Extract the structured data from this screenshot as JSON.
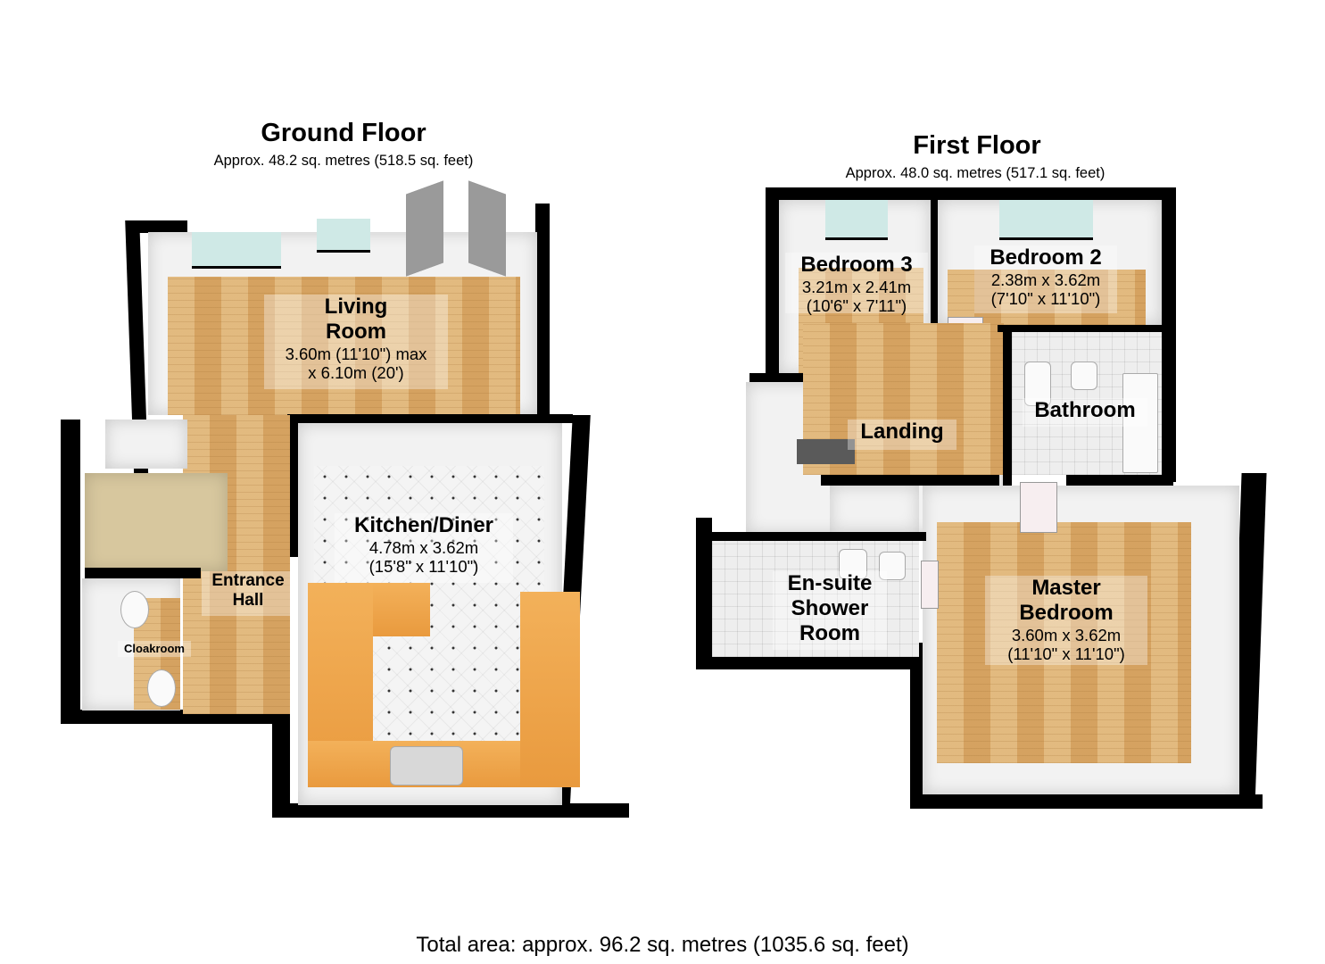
{
  "ground_floor": {
    "title": "Ground Floor",
    "area": "Approx. 48.2 sq. metres (518.5 sq. feet)",
    "rooms": {
      "living_room": {
        "name_line1": "Living",
        "name_line2": "Room",
        "dim_line1": "3.60m (11'10\") max",
        "dim_line2": "x 6.10m (20')"
      },
      "kitchen_diner": {
        "name": "Kitchen/Diner",
        "dim_metric": "4.78m x 3.62m",
        "dim_imperial": "(15'8\" x 11'10\")"
      },
      "entrance_hall": {
        "name_line1": "Entrance",
        "name_line2": "Hall"
      },
      "cloakroom": {
        "name": "Cloakroom"
      }
    }
  },
  "first_floor": {
    "title": "First Floor",
    "area": "Approx. 48.0 sq. metres (517.1 sq. feet)",
    "rooms": {
      "bedroom_3": {
        "name": "Bedroom 3",
        "dim_metric": "3.21m x 2.41m",
        "dim_imperial": "(10'6\" x 7'11\")"
      },
      "bedroom_2": {
        "name": "Bedroom 2",
        "dim_metric": "2.38m x 3.62m",
        "dim_imperial": "(7'10\" x 11'10\")"
      },
      "landing": {
        "name": "Landing"
      },
      "bathroom": {
        "name": "Bathroom"
      },
      "ensuite": {
        "name_line1": "En-suite",
        "name_line2": "Shower",
        "name_line3": "Room"
      },
      "master_bedroom": {
        "name_line1": "Master",
        "name_line2": "Bedroom",
        "dim_metric": "3.60m x 3.62m",
        "dim_imperial": "(11'10\" x 11'10\")"
      }
    }
  },
  "total_area": "Total area: approx. 96.2 sq. metres (1035.6 sq. feet)",
  "colors": {
    "wall": "#000000",
    "wood_floor": "#d9a867",
    "counter": "#ef a84e",
    "window_glass": "#cfe9e6",
    "tile": "#f4f4f4"
  }
}
